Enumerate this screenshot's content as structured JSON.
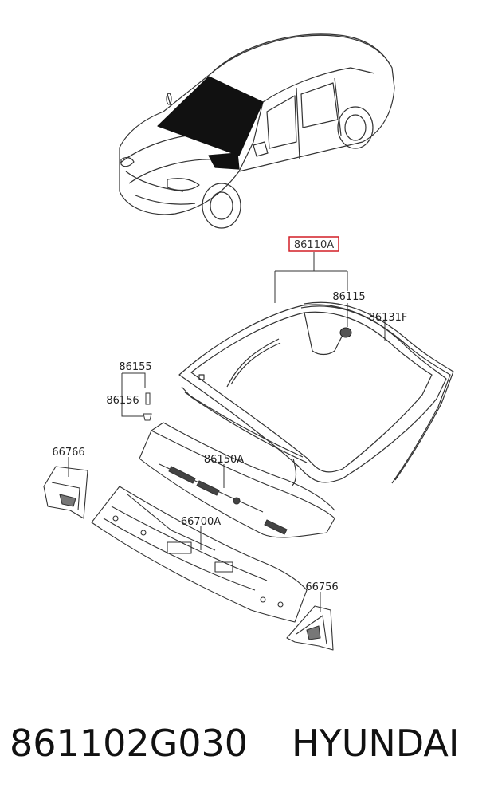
{
  "labels": {
    "highlight": "86110A",
    "p86115": "86115",
    "p86131F": "86131F",
    "p86155": "86155",
    "p86156": "86156",
    "p66766": "66766",
    "p86150A": "86150A",
    "p66700A": "66700A",
    "p66756": "66756"
  },
  "footer": {
    "part_number": "861102G030",
    "brand": "HYUNDAI"
  },
  "colors": {
    "highlight_box": "#d21f26",
    "line": "#333333",
    "glass_black": "#111111"
  }
}
